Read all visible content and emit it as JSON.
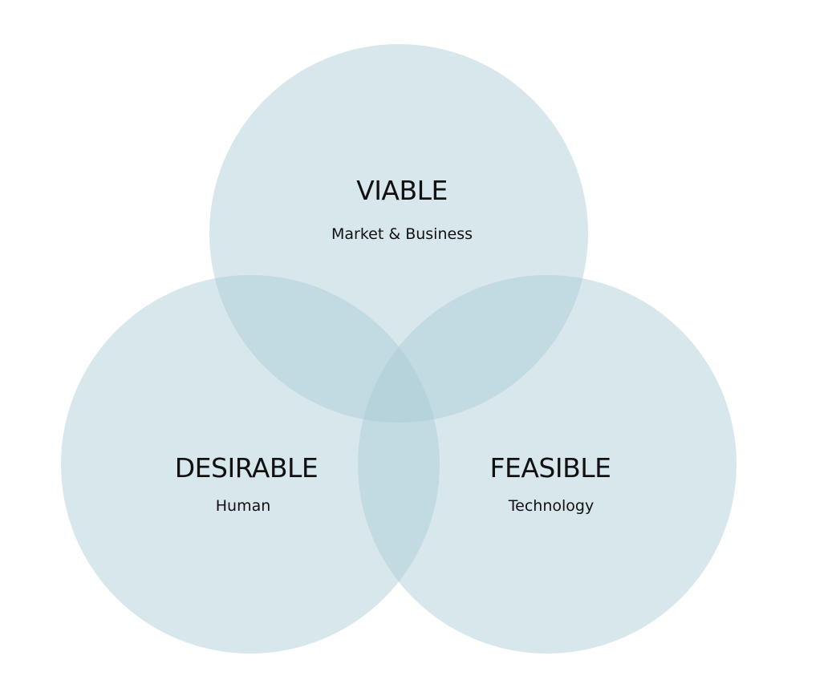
{
  "colors": {
    "circle_fill": "#a9c9d4",
    "background": "#ffffff",
    "text": "#111111"
  },
  "circles": [
    {
      "title": "VIABLE",
      "subtitle": "Market & Business"
    },
    {
      "title": "DESIRABLE",
      "subtitle": "Human"
    },
    {
      "title": "FEASIBLE",
      "subtitle": "Technology"
    }
  ]
}
